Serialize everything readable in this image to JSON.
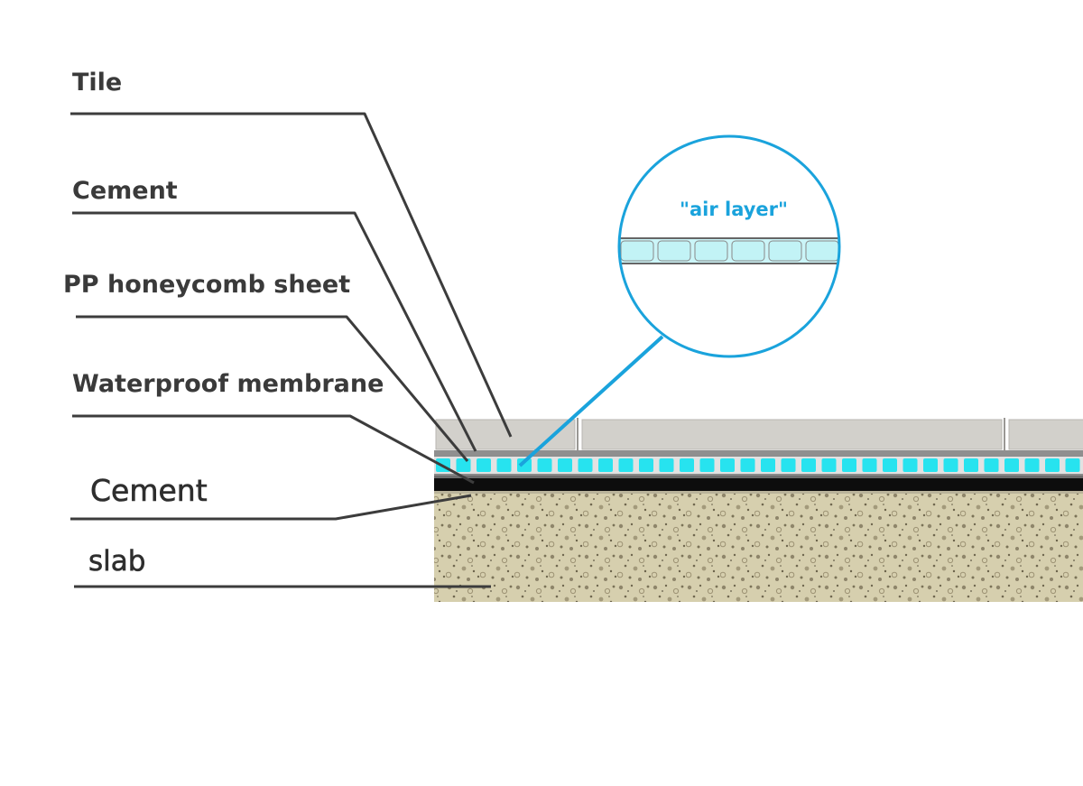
{
  "labels": {
    "tile": "Tile",
    "cement_upper": "Cement",
    "pp_honeycomb": "PP honeycomb sheet",
    "waterproof": "Waterproof membrane",
    "cement_lower": "Cement",
    "slab": "slab"
  },
  "callout": {
    "text": "\"air layer\""
  },
  "colors": {
    "leader_line": "#3c3c3c",
    "callout_blue": "#1aa3dc",
    "honeycomb_cyan": "#27e3ef",
    "tile_fill": "#d2d0cb",
    "cement_fill": "#8f8f8f",
    "membrane": "#0d0d0d",
    "slab_fill": "#d6cfae"
  }
}
